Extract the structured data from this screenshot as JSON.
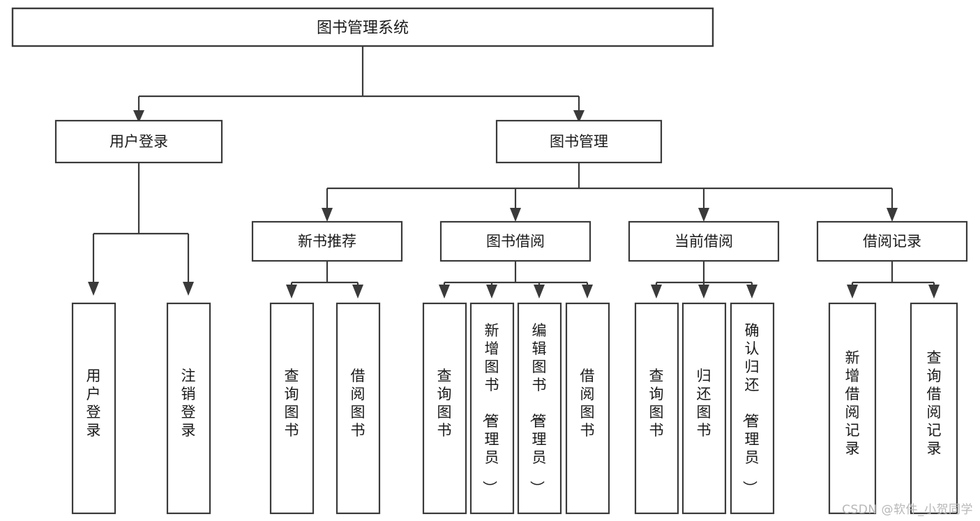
{
  "diagram": {
    "type": "tree",
    "title": "图书管理系统",
    "orientation": "top-down",
    "colors": {
      "background": "#ffffff",
      "box_fill": "#ffffff",
      "box_stroke": "#3a3a3a",
      "text": "#1a1a1a",
      "watermark": "#b7b7b7"
    },
    "root": {
      "label": "图书管理系统",
      "children": [
        {
          "label": "用户登录",
          "children": [
            {
              "label": "用户登录"
            },
            {
              "label": "注销登录"
            }
          ]
        },
        {
          "label": "图书管理",
          "children": [
            {
              "label": "新书推荐",
              "children": [
                {
                  "label": "查询图书"
                },
                {
                  "label": "借阅图书"
                }
              ]
            },
            {
              "label": "图书借阅",
              "children": [
                {
                  "label": "查询图书"
                },
                {
                  "label": "新增图书（管理员）"
                },
                {
                  "label": "编辑图书（管理员）"
                },
                {
                  "label": "借阅图书"
                }
              ]
            },
            {
              "label": "当前借阅",
              "children": [
                {
                  "label": "查询图书"
                },
                {
                  "label": "归还图书"
                },
                {
                  "label": "确认归还（管理员）"
                }
              ]
            },
            {
              "label": "借阅记录",
              "children": [
                {
                  "label": "新增借阅记录"
                },
                {
                  "label": "查询借阅记录"
                }
              ]
            }
          ]
        }
      ]
    }
  },
  "nodes": {
    "root": "图书管理系统",
    "level1": {
      "user_login": "用户登录",
      "book_management": "图书管理"
    },
    "level2": {
      "new_book_recommend": "新书推荐",
      "book_borrow": "图书借阅",
      "current_borrow": "当前借阅",
      "borrow_record": "借阅记录"
    },
    "leaves": {
      "user_login_1": "用户登录",
      "user_login_2": "注销登录",
      "recommend_1": "查询图书",
      "recommend_2": "借阅图书",
      "borrow_1": "查询图书",
      "borrow_2": "新增图书（管理员）",
      "borrow_3": "编辑图书（管理员）",
      "borrow_4": "借阅图书",
      "current_1": "查询图书",
      "current_2": "归还图书",
      "current_3": "确认归还（管理员）",
      "record_1": "新增借阅记录",
      "record_2": "查询借阅记录"
    }
  },
  "watermark": {
    "text": "CSDN @软件_小贺同学"
  }
}
